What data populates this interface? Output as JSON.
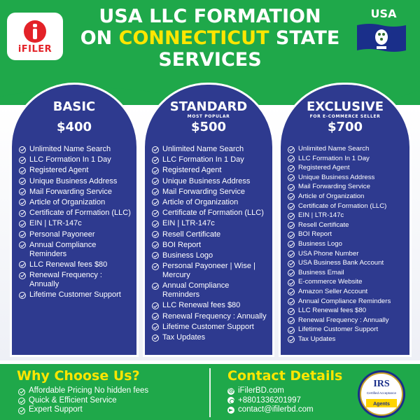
{
  "header": {
    "brand": "iFILER",
    "title_line1": "USA LLC FORMATION",
    "title_on": "ON ",
    "title_state": "CONNECTICUT",
    "title_state_suffix": " STATE",
    "title_line3": "SERVICES",
    "country_label": "USA"
  },
  "plans": [
    {
      "name": "BASIC",
      "tag": "",
      "price": "$400",
      "features": [
        "Unlimited Name Search",
        "LLC Formation In 1 Day",
        "Registered Agent",
        "Unique Business Address",
        "Mail Forwarding Service",
        "Article of Organization",
        "Certificate of Formation (LLC)",
        "EIN | LTR-147c",
        "Personal Payoneer",
        "Annual Compliance Reminders",
        "LLC Renewal fees $80",
        "Renewal Frequency : Annually",
        "Lifetime Customer Support"
      ]
    },
    {
      "name": "STANDARD",
      "tag": "MOST POPULAR",
      "price": "$500",
      "features": [
        "Unlimited Name Search",
        "LLC Formation In 1 Day",
        "Registered Agent",
        "Unique Business Address",
        "Mail Forwarding Service",
        "Article of Organization",
        "Certificate of Formation (LLC)",
        "EIN | LTR-147c",
        "Resell Certificate",
        "BOI Report",
        "Business Logo",
        "Personal Payoneer | Wise | Mercury",
        "Annual Compliance Reminders",
        "LLC Renewal fees $80",
        "Renewal Frequency : Annually",
        "Lifetime Customer Support",
        "Tax Updates"
      ]
    },
    {
      "name": "EXCLUSIVE",
      "tag": "FOR E-COMMERCE SELLER",
      "price": "$700",
      "features": [
        "Unlimited Name Search",
        "LLC Formation In 1 Day",
        "Registered Agent",
        "Unique Business Address",
        "Mail Forwarding Service",
        "Article of Organization",
        "Certificate of Formation (LLC)",
        "EIN | LTR-147c",
        "Resell Certificate",
        "BOI Report",
        "Business Logo",
        "USA Phone Number",
        "USA Business Bank Account",
        "Business Email",
        "E-commerce Website",
        "Amazon Seller Account",
        "Annual Compliance Reminders",
        "LLC Renewal fees $80",
        "Renewal Frequency : Annually",
        "Lifetime Customer Support",
        "Tax Updates"
      ]
    }
  ],
  "why": {
    "title": "Why Choose Us?",
    "items": [
      "Affordable Pricing No hidden fees",
      "Quick & Efficient Service",
      "Expert Support"
    ]
  },
  "contact": {
    "title": "Contact Details",
    "website": "iFilerBD.com",
    "phone": "+8801336201997",
    "email": "contact@ifilerbd.com"
  },
  "irs_badge": {
    "top": "IRS",
    "middle": "Certified Acceptance",
    "bottom": "Agents"
  },
  "colors": {
    "green": "#1fa84a",
    "navy": "#2e3a8f",
    "yellow": "#ffe600",
    "brand_red": "#e32228"
  },
  "icons": [
    "check-circle-icon",
    "web-icon",
    "whatsapp-icon",
    "telegram-icon"
  ]
}
